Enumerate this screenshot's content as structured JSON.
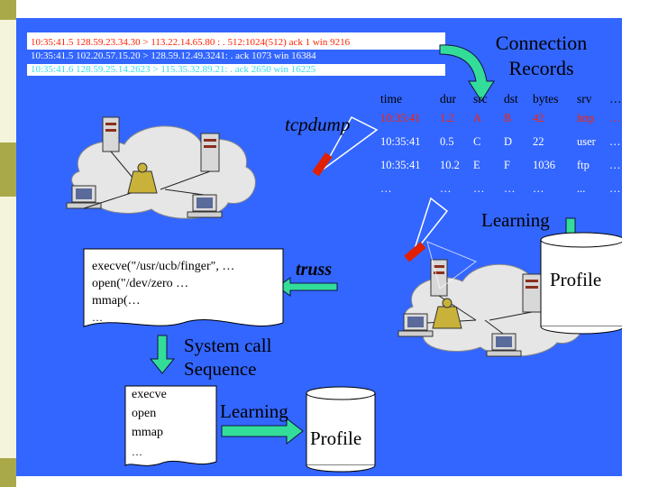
{
  "log_lines": [
    "10:35:41.5 128.59.23.34.30 > 113.22.14.65.80 : . 512:1024(512) ack 1 win 9216",
    "10:35:41.5 102.20.57.15.20 > 128.59.12.49.3241: . ack 1073 win 16384",
    "10:35:41.6 128.59.25.14.2623 > 115.35.32.89.21: . ack 2650 win 16225"
  ],
  "connection_records_title": [
    "Connection",
    "Records"
  ],
  "table": {
    "headers": [
      "time",
      "dur",
      "src",
      "dst",
      "bytes",
      "srv",
      "…"
    ],
    "rows": [
      [
        "10:35:41",
        "1.2",
        "A",
        "B",
        "42",
        "http",
        "…"
      ],
      [
        "10:35:41",
        "0.5",
        "C",
        "D",
        "22",
        "user",
        "…"
      ],
      [
        "10:35:41",
        "10.2",
        "E",
        "F",
        "1036",
        "ftp",
        "…"
      ],
      [
        "…",
        "…",
        "…",
        "…",
        "…",
        "...",
        "…"
      ]
    ]
  },
  "labels": {
    "tcpdump": "tcpdump",
    "truss": "truss",
    "learning_top": "Learning",
    "profile_right": "Profile",
    "system_call_sequence": [
      "System call",
      "Sequence"
    ],
    "learning_bottom": "Learning",
    "profile_bottom": "Profile"
  },
  "syscall_trace": [
    "execve(\"/usr/ucb/finger\", …",
    "open(\"/dev/zero …",
    "mmap(…",
    "…"
  ],
  "syscall_sequence": [
    "execve",
    "open",
    "mmap",
    "…"
  ],
  "colors": {
    "background": "#3366ff",
    "red_text": "#ff2200",
    "cyan_text": "#33ddee",
    "arrow": "#33dd99",
    "sidebar_stripe": "#a9a94a"
  }
}
